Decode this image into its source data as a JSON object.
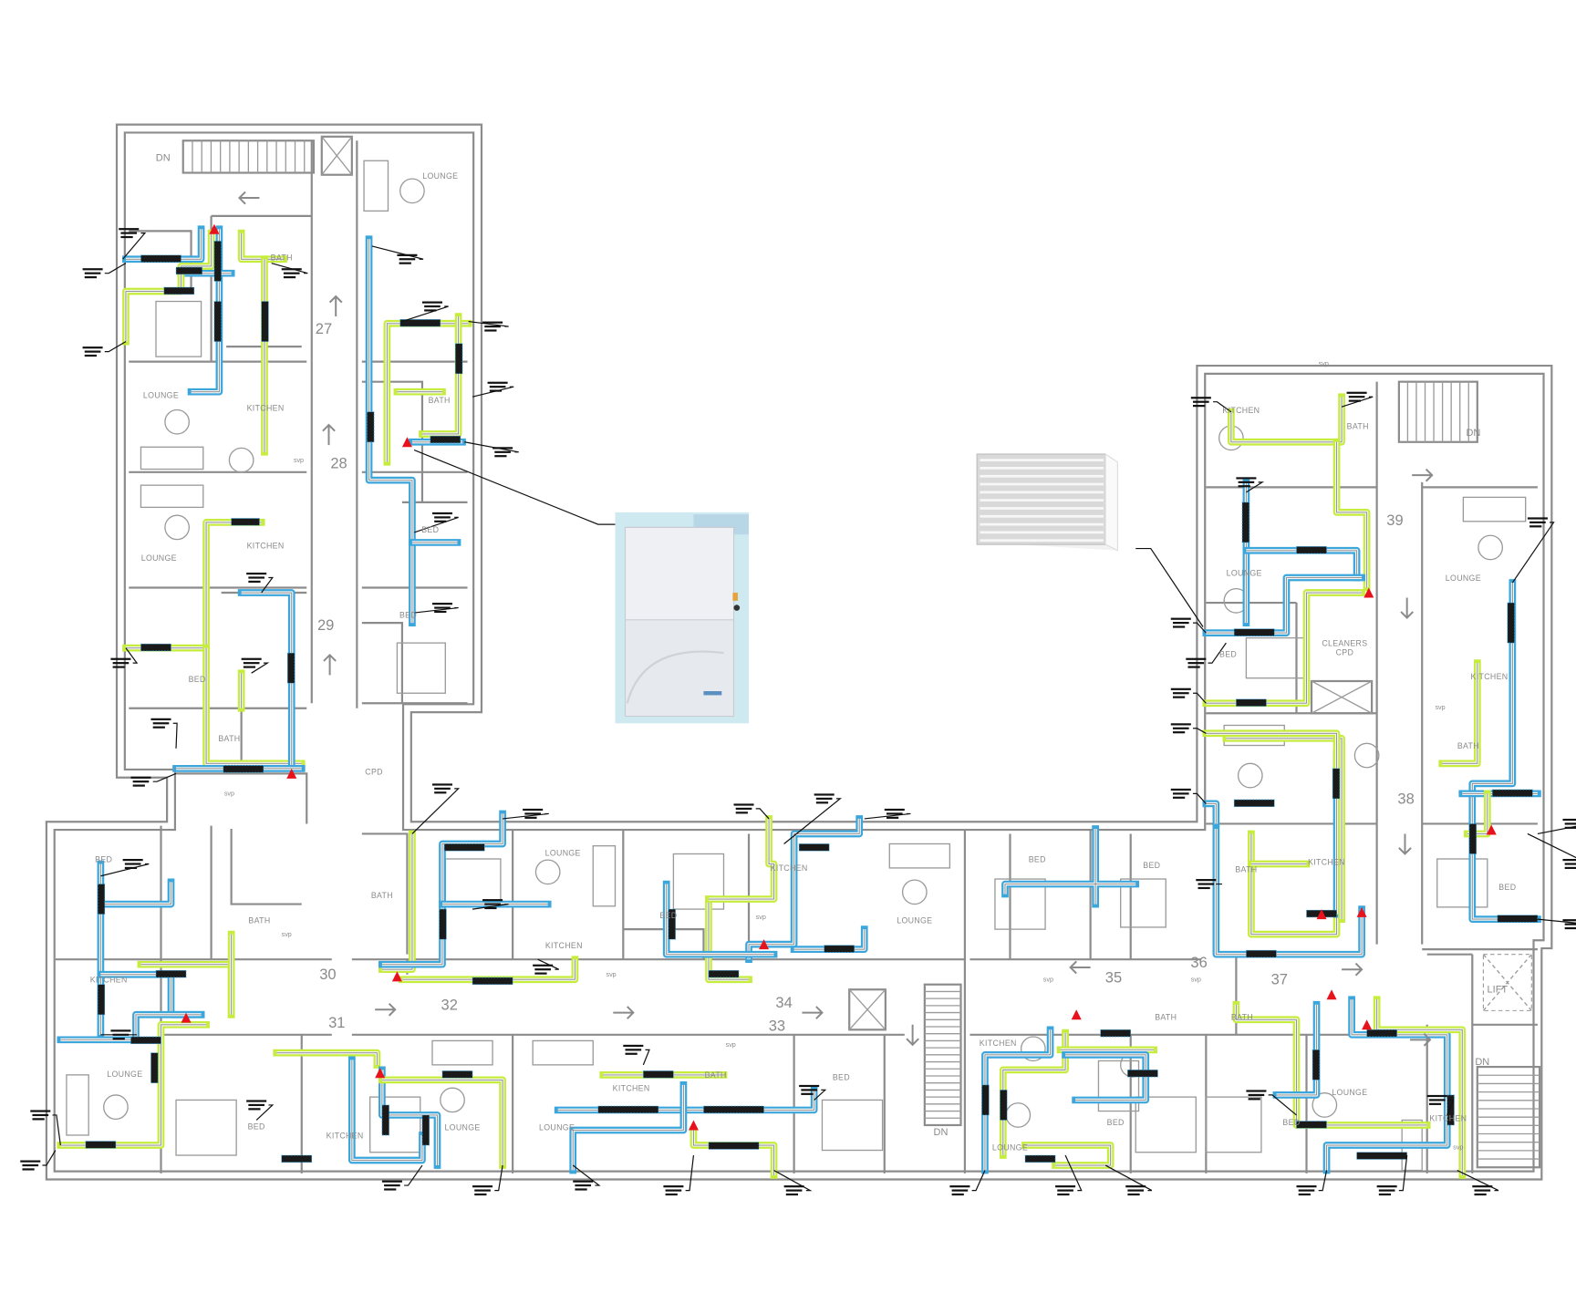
{
  "title_hidden": null,
  "colors": {
    "supply_duct": "#c6ec3c",
    "extract_duct": "#3aa6dc",
    "damper": "#e8121c",
    "wall": "#8c8c8c",
    "insulation": "#1a1a1a"
  },
  "plan": {
    "units": [
      "27",
      "28",
      "29",
      "30",
      "31",
      "32",
      "33",
      "34",
      "35",
      "36",
      "37",
      "38",
      "39"
    ],
    "rooms": [
      "LOUNGE",
      "BATH",
      "LOUNGE",
      "KITCHEN",
      "BATH",
      "LOUNGE",
      "KITCHEN",
      "BED",
      "BED",
      "BATH",
      "BED",
      "KITCHEN",
      "BATH",
      "LOUNGE",
      "LOUNGE",
      "BED",
      "KITCHEN",
      "BATH",
      "BED",
      "KITCHEN",
      "BATH",
      "BED",
      "BATH",
      "KITCHEN",
      "LOUNGE",
      "LOUNGE",
      "KITCHEN",
      "BATH",
      "LOUNGE",
      "KITCHEN",
      "BED",
      "KITCHEN",
      "LOUNGE",
      "KITCHEN",
      "BATH",
      "LOUNGE",
      "BED",
      "BED",
      "BED",
      "BATH",
      "BATH",
      "KITCHEN",
      "LOUNGE",
      "BED",
      "BED",
      "LOUNGE",
      "KITCHEN",
      "BED"
    ],
    "stairs": [
      "DN",
      "DN",
      "DN",
      "DN"
    ],
    "misc": {
      "cpd": "CPD",
      "cleaners": "CLEANERS",
      "cleaners_cpd": "CPD",
      "lift": "LIFT"
    },
    "svp": "svp"
  },
  "products": {
    "mvhr_unit_icon": "mvhr-unit-photo",
    "air_brick_icon": "metal-air-brick-louvre-photo"
  }
}
